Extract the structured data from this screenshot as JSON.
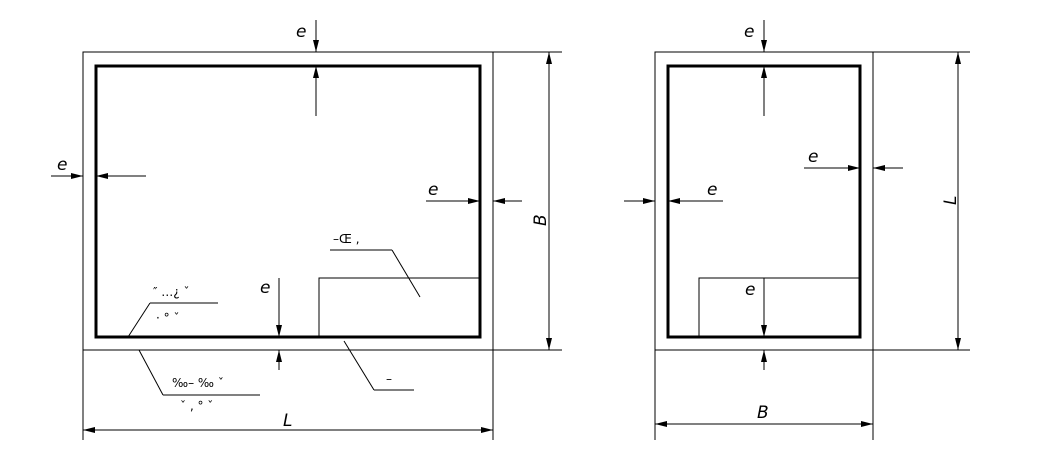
{
  "figure_left": {
    "label_e": "e",
    "label_B": "B",
    "label_L": "L",
    "leader_a_line1": "″ …¿ ˇ",
    "leader_a_line2": "· ° ˇ",
    "leader_b_line1": "‰– ‰ ˇ",
    "leader_b_line2": "ˇ ‚ ° ˇ",
    "leader_c": "–Œ ‚",
    "leader_d": "–"
  },
  "figure_right": {
    "label_e": "e",
    "label_B": "B",
    "label_L": "L"
  },
  "colors": {
    "line": "#000000",
    "background": "#ffffff"
  }
}
